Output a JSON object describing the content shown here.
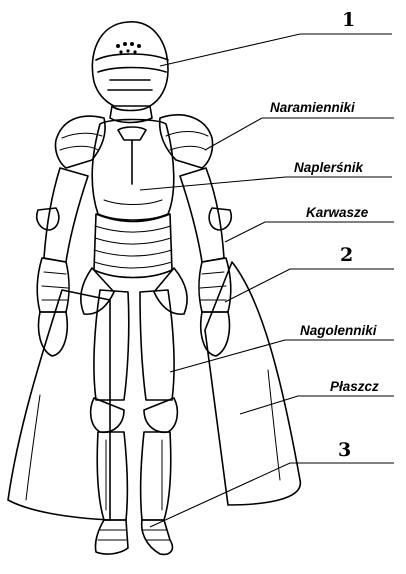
{
  "labels": {
    "l1": "1",
    "l2": "Naramienniki",
    "l3": "Naplerśnik",
    "l4": "Karwasze",
    "l5": "2",
    "l6": "Nagolenniki",
    "l7": "Płaszcz",
    "l8": "3"
  }
}
